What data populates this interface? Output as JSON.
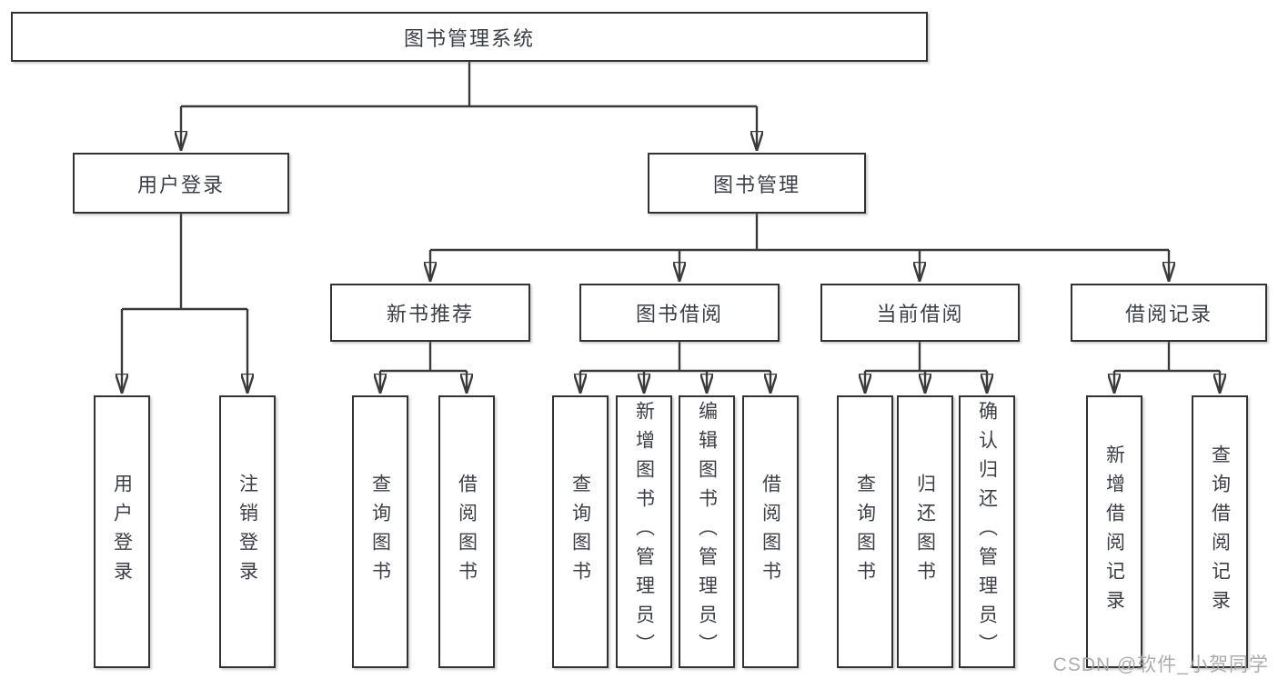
{
  "tree": {
    "root": {
      "label": "图书管理系统"
    },
    "branches": [
      {
        "label": "用户登录",
        "children": [
          {
            "label": "用户登录"
          },
          {
            "label": "注销登录"
          }
        ]
      },
      {
        "label": "图书管理",
        "children": [
          {
            "label": "新书推荐",
            "children": [
              {
                "label": "查询图书"
              },
              {
                "label": "借阅图书"
              }
            ]
          },
          {
            "label": "图书借阅",
            "children": [
              {
                "label": "查询图书"
              },
              {
                "label": "新增图书（管理员）"
              },
              {
                "label": "编辑图书（管理员）"
              },
              {
                "label": "借阅图书"
              }
            ]
          },
          {
            "label": "当前借阅",
            "children": [
              {
                "label": "查询图书"
              },
              {
                "label": "归还图书"
              },
              {
                "label": "确认归还（管理员）"
              }
            ]
          },
          {
            "label": "借阅记录",
            "children": [
              {
                "label": "新增借阅记录"
              },
              {
                "label": "查询借阅记录"
              }
            ]
          }
        ]
      }
    ]
  },
  "watermark": {
    "text": "CSDN @软件_小贺同学"
  },
  "colors": {
    "line": "#3a3a3a",
    "box_border": "#323232",
    "text": "#3b3f45",
    "watermark": "#a8a8a8",
    "background": "#ffffff"
  }
}
